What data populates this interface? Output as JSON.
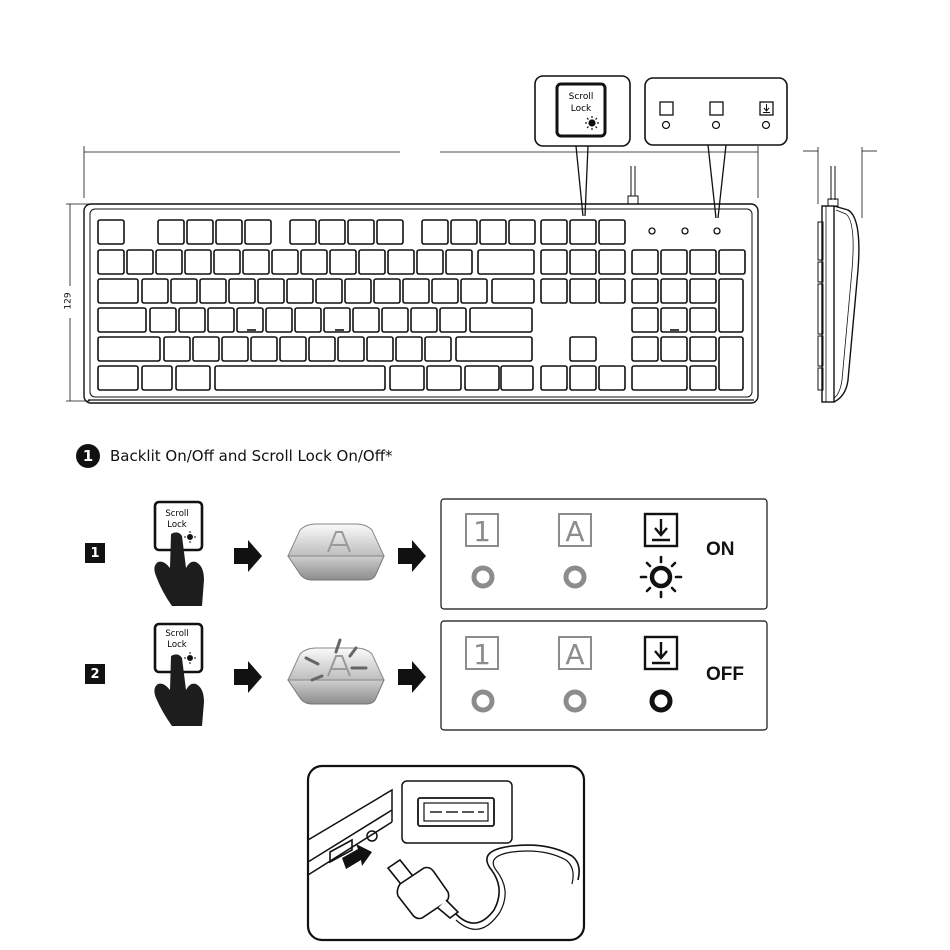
{
  "keyboard": {
    "height_dimension": "129",
    "scroll_lock_key": {
      "line1": "Scroll",
      "line2": "Lock"
    }
  },
  "heading": {
    "number": "1",
    "text": "Backlit On/Off and Scroll Lock On/Off*"
  },
  "steps": [
    {
      "number": "1",
      "key_line1": "Scroll",
      "key_line2": "Lock",
      "indicator_1": "1",
      "indicator_2": "A",
      "state": "ON"
    },
    {
      "number": "2",
      "key_line1": "Scroll",
      "key_line2": "Lock",
      "indicator_1": "1",
      "indicator_2": "A",
      "state": "OFF"
    }
  ]
}
